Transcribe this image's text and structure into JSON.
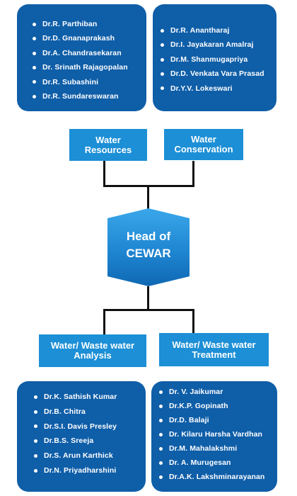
{
  "top_left": {
    "label": [
      "Water",
      "Resources"
    ],
    "members": [
      "Dr.R. Parthiban",
      "Dr.D. Gnanaprakash",
      "Dr.A. Chandrasekaran",
      "Dr. Srinath Rajagopalan",
      "Dr.R. Subashini",
      "Dr.R. Sundareswaran"
    ]
  },
  "top_right": {
    "label": [
      "Water",
      "Conservation"
    ],
    "members": [
      "Dr.R. Anantharaj",
      "Dr.I. Jayakaran Amalraj",
      "Dr.M. Shanmugapriya",
      "Dr.D. Venkata Vara Prasad",
      "Dr.Y.V. Lokeswari"
    ]
  },
  "head": {
    "label": [
      "Head of",
      "CEWAR"
    ]
  },
  "bottom_left": {
    "label": [
      "Water/ Waste water",
      "Analysis"
    ],
    "members": [
      "Dr.K. Sathish Kumar",
      "Dr.B. Chitra",
      "Dr.S.I. Davis Presley",
      "Dr.B.S. Sreeja",
      "Dr.S. Arun Karthick",
      "Dr.N. Priyadharshini"
    ]
  },
  "bottom_right": {
    "label": [
      "Water/ Waste water",
      "Treatment"
    ],
    "members": [
      "Dr. V. Jaikumar",
      "Dr.K.P. Gopinath",
      "Dr.D. Balaji",
      "Dr. Kilaru Harsha Vardhan",
      "Dr.M. Mahalakshmi",
      "Dr. A. Murugesan",
      "Dr.A.K. Lakshminarayanan"
    ]
  },
  "colors": {
    "card": "#0f5ea8",
    "label": "#1c8fd6",
    "head_light": "#3aa7ea",
    "head_dark": "#0f68b3",
    "connector": "#111111"
  }
}
